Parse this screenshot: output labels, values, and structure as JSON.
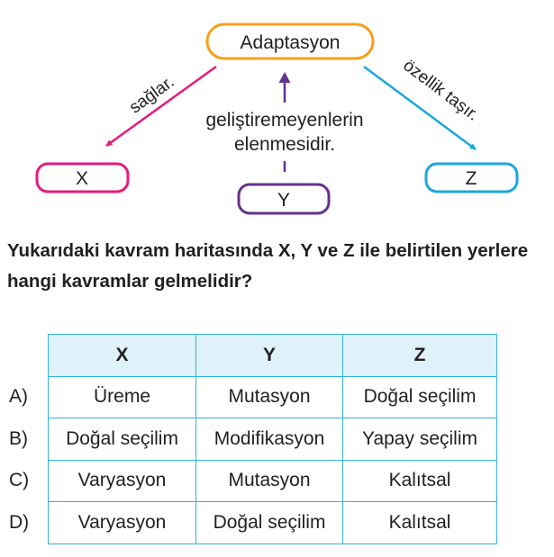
{
  "concept_map": {
    "center": "Adaptasyon",
    "nodes": {
      "x": "X",
      "y": "Y",
      "z": "Z"
    },
    "edges": {
      "left": "sağlar.",
      "middle_line1": "geliştiremeyenlerin",
      "middle_line2": "elenmesidir.",
      "right": "özellik taşır."
    },
    "colors": {
      "center": "#f6a01a",
      "left": "#e5197d",
      "middle": "#65308f",
      "right": "#1aa7de"
    }
  },
  "question": "Yukarıdaki kavram haritasında X, Y ve Z ile belirtilen yerlere hangi kavramlar gelmelidir?",
  "table": {
    "headers": [
      "X",
      "Y",
      "Z"
    ],
    "rows": [
      {
        "option": "A)",
        "cells": [
          "Üreme",
          "Mutasyon",
          "Doğal seçilim"
        ]
      },
      {
        "option": "B)",
        "cells": [
          "Doğal seçilim",
          "Modifikasyon",
          "Yapay seçilim"
        ]
      },
      {
        "option": "C)",
        "cells": [
          "Varyasyon",
          "Mutasyon",
          "Kalıtsal"
        ]
      },
      {
        "option": "D)",
        "cells": [
          "Varyasyon",
          "Doğal seçilim",
          "Kalıtsal"
        ]
      }
    ]
  }
}
